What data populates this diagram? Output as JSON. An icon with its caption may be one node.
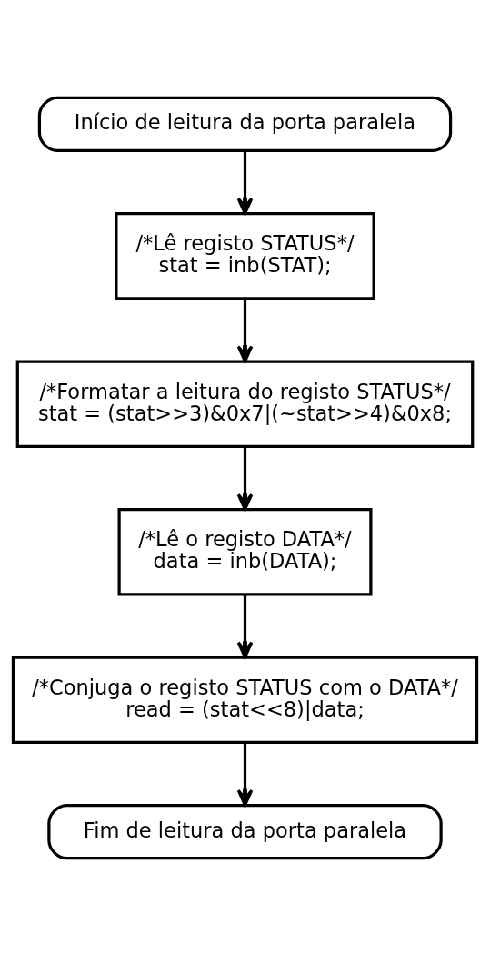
{
  "diagram": {
    "nodes": [
      {
        "text": [
          "Início de leitura da porta paralela"
        ]
      },
      {
        "text": [
          "/*Lê registo STATUS*/",
          "stat = inb(STAT);"
        ]
      },
      {
        "text": [
          "/*Formatar a leitura do registo STATUS*/",
          "stat = (stat>>3)&0x7|(~stat>>4)&0x8;"
        ]
      },
      {
        "text": [
          "/*Lê o registo DATA*/",
          "data = inb(DATA);"
        ]
      },
      {
        "text": [
          "/*Conjuga o registo STATUS com o DATA*/",
          "read = (stat<<8)|data;"
        ]
      },
      {
        "text": [
          "Fim de leitura da porta paralela"
        ]
      }
    ],
    "edges": [
      {
        "from": 0,
        "to": 1,
        "arrow": "to"
      },
      {
        "from": 1,
        "to": 2,
        "arrow": "to"
      },
      {
        "from": 2,
        "to": 3,
        "arrow": "to"
      },
      {
        "from": 3,
        "to": 4,
        "arrow": "to"
      },
      {
        "from": 4,
        "to": 5,
        "arrow": "to"
      }
    ]
  }
}
